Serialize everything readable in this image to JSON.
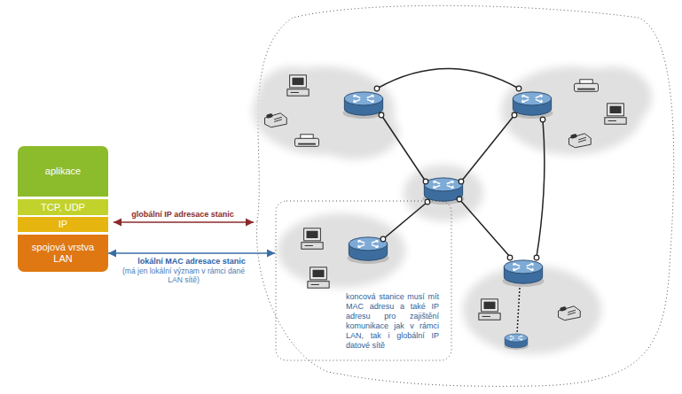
{
  "diagram": {
    "nodes": [
      {
        "text": [
          "aplikace"
        ]
      },
      {
        "text": [
          "TCP, UDP"
        ]
      },
      {
        "text": [
          "IP"
        ]
      },
      {
        "text": [
          "spojová vrstva LAN"
        ]
      },
      {
        "text": [
          "koncová stanice musí mít MAC adresu a také IP adresu pro zajištění komunikace jak v rámci LAN, tak i globální IP datové sítě"
        ]
      }
    ],
    "edges": [
      {
        "from": 3,
        "to": 4,
        "arrow": "both",
        "label": "lokální MAC adresace stanic"
      }
    ],
    "labels": [
      "globální IP adresace stanic",
      "(má jen lokální význam v rámci dané LAN sítě)"
    ]
  }
}
